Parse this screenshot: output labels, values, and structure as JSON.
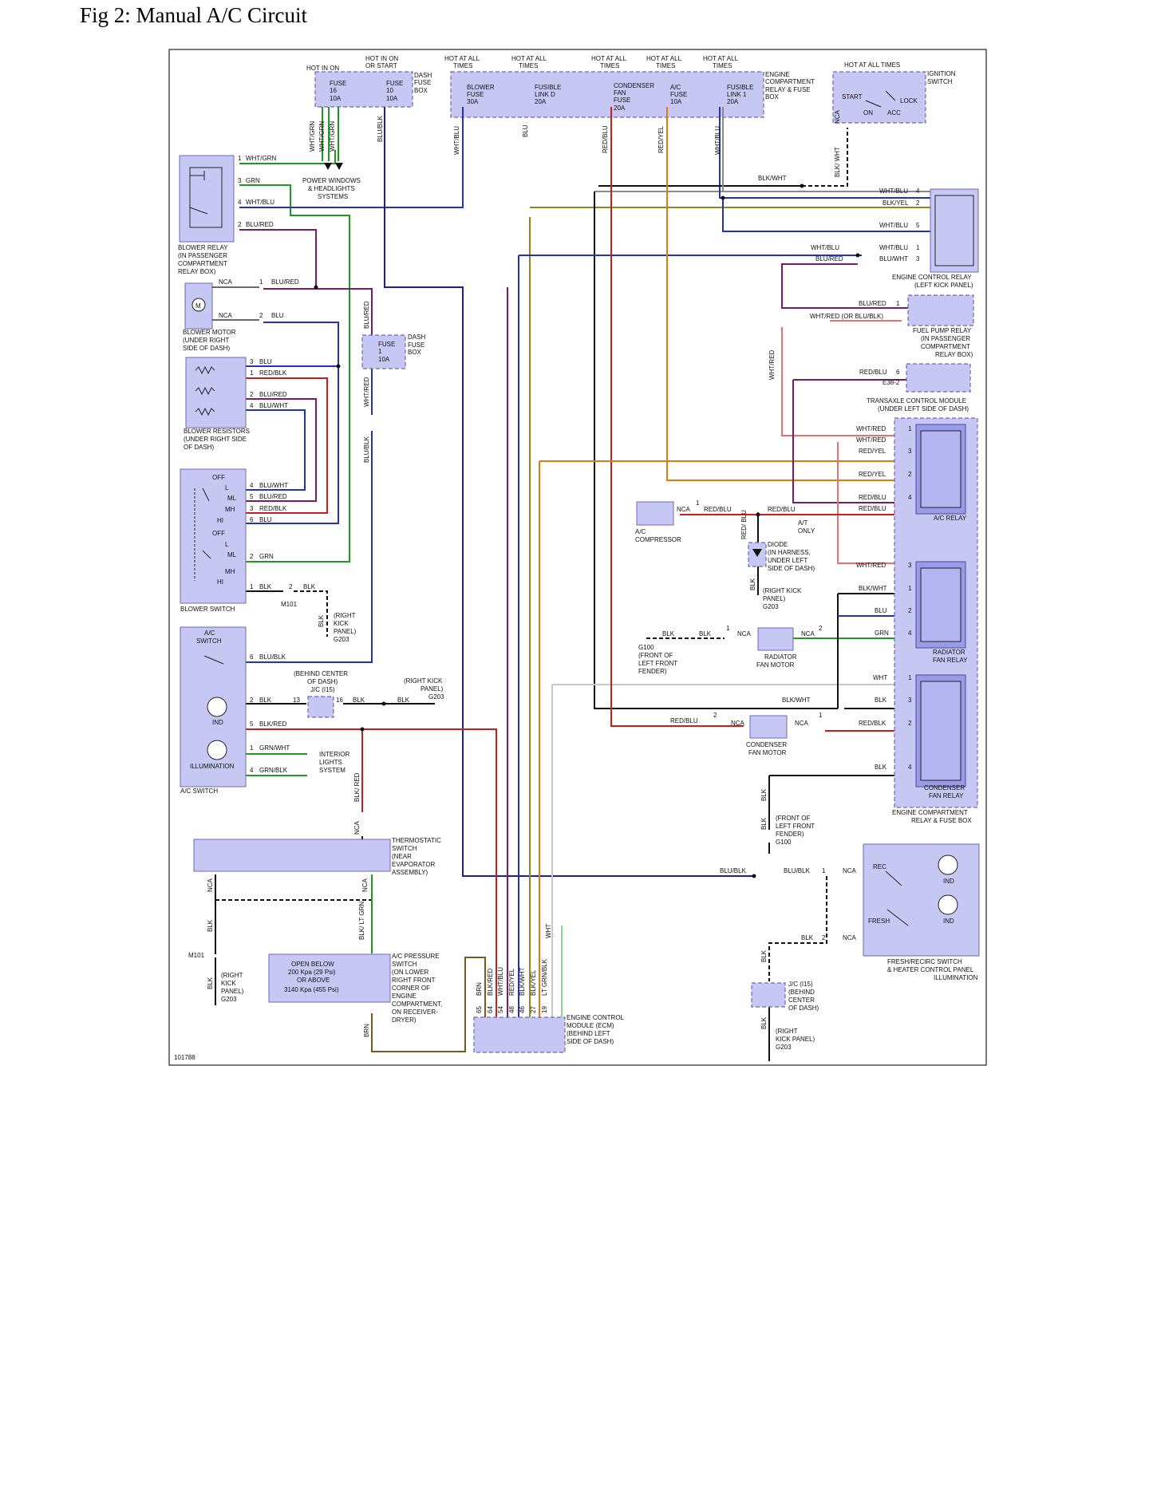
{
  "title": "Fig 2: Manual A/C Circuit",
  "figure_number": "101788",
  "power": {
    "hot_in_on": "HOT IN ON",
    "hot_on_start": [
      "HOT IN ON",
      "OR START"
    ],
    "hot_all_times": [
      "HOT AT ALL",
      "TIMES"
    ],
    "hot_all_times_single": "HOT AT ALL TIMES",
    "dash_fuse_box": [
      "DASH",
      "FUSE",
      "BOX"
    ],
    "fuse16": [
      "FUSE",
      "16",
      "10A"
    ],
    "fuse10": [
      "FUSE",
      "10",
      "10A"
    ],
    "blower_fuse": [
      "BLOWER",
      "FUSE",
      "30A"
    ],
    "fusible_link_d": [
      "FUSIBLE",
      "LINK D",
      "20A"
    ],
    "condenser_fan_fuse": [
      "CONDENSER",
      "FAN",
      "FUSE",
      "20A"
    ],
    "ac_fuse": [
      "A/C",
      "FUSE",
      "10A"
    ],
    "fusible_link_1": [
      "FUSIBLE",
      "LINK 1",
      "20A"
    ],
    "engine_compartment_box": [
      "ENGINE",
      "COMPARTMENT",
      "RELAY & FUSE",
      "BOX"
    ],
    "ignition_switch": [
      "IGNITION",
      "SWITCH"
    ],
    "ign_positions": [
      "START",
      "ON",
      "ACC",
      "LOCK"
    ],
    "fuse1": [
      "FUSE",
      "1",
      "10A"
    ]
  },
  "components": {
    "blower_relay": [
      "BLOWER RELAY",
      "(IN PASSENGER",
      "COMPARTMENT",
      "RELAY BOX)"
    ],
    "blower_motor": [
      "BLOWER MOTOR",
      "(UNDER RIGHT",
      "SIDE OF DASH)"
    ],
    "blower_resistors": [
      "BLOWER RESISTORS",
      "(UNDER RIGHT SIDE",
      "OF DASH)"
    ],
    "blower_switch": "BLOWER SWITCH",
    "blower_positions": [
      "OFF",
      "L",
      "ML",
      "MH",
      "HI",
      "OFF",
      "L",
      "ML",
      "MH",
      "HI"
    ],
    "ac_switch_top": [
      "A/C",
      "SWITCH"
    ],
    "ac_switch": "A/C SWITCH",
    "ind": "IND",
    "illumination": "ILLUMINATION",
    "power_windows": [
      "POWER WINDOWS",
      "& HEADLIGHTS",
      "SYSTEMS"
    ],
    "interior_lights": [
      "INTERIOR",
      "LIGHTS",
      "SYSTEM"
    ],
    "jc_behind": [
      "(BEHIND CENTER",
      "OF DASH)",
      "J/C (I15)"
    ],
    "right_kick": [
      "(RIGHT KICK",
      "PANEL)",
      "G203"
    ],
    "right_kick_v": [
      "(RIGHT",
      "KICK",
      "PANEL)",
      "G203"
    ],
    "thermostatic": [
      "THERMOSTATIC",
      "SWITCH",
      "(NEAR",
      "EVAPORATOR",
      "ASSEMBLY)"
    ],
    "pressure_switch": [
      "A/C PRESSURE",
      "SWITCH",
      "(ON LOWER",
      "RIGHT FRONT",
      "CORNER OF",
      "ENGINE",
      "COMPARTMENT,",
      "ON RECEIVER-",
      "DRYER)"
    ],
    "pressure_values": [
      "OPEN BELOW",
      "200 Kpa (29 Psi)",
      "OR ABOVE",
      "3140 Kpa (455 Psi)"
    ],
    "ecm": [
      "ENGINE CONTROL",
      "MODULE (ECM)",
      "(BEHIND LEFT",
      "SIDE OF DASH)"
    ],
    "ecm_pins": [
      "65",
      "64",
      "54",
      "48",
      "46",
      "27",
      "19"
    ],
    "ecm_wires": [
      "BRN",
      "BLK/RED",
      "WHT/BLU",
      "RED/YEL",
      "BLK/WHT",
      "BLK/YEL",
      "LT GRN/BLK"
    ],
    "engine_control_relay": [
      "ENGINE CONTROL RELAY",
      "(LEFT KICK PANEL)"
    ],
    "fuel_pump_relay": [
      "FUEL PUMP RELAY",
      "(IN PASSENGER",
      "COMPARTMENT",
      "RELAY BOX)"
    ],
    "transaxle": [
      "TRANSAXLE CONTROL MODULE",
      "(UNDER LEFT SIDE OF DASH)"
    ],
    "ac_relay": "A/C RELAY",
    "compressor": [
      "A/C",
      "COMPRESSOR"
    ],
    "at_only": [
      "A/T",
      "ONLY"
    ],
    "diode": [
      "DIODE",
      "(IN HARNESS,",
      "UNDER LEFT",
      "SIDE OF DASH)"
    ],
    "rk_panel_g203": [
      "(RIGHT KICK",
      "PANEL)",
      "G203"
    ],
    "g100": [
      "G100",
      "(FRONT OF",
      "LEFT FRONT",
      "FENDER)"
    ],
    "radiator_fan_motor": [
      "RADIATOR",
      "FAN MOTOR"
    ],
    "radiator_fan_relay": [
      "RADIATOR",
      "FAN RELAY"
    ],
    "condenser_fan_motor": [
      "CONDENSER",
      "FAN MOTOR"
    ],
    "condenser_fan_relay": [
      "CONDENSER",
      "FAN RELAY"
    ],
    "ecrfb": [
      "ENGINE COMPARTMENT",
      "RELAY & FUSE BOX"
    ],
    "front_left_fender": [
      "(FRONT OF",
      "LEFT FRONT",
      "FENDER)",
      "G100"
    ],
    "fresh_recirc": [
      "FRESH/RECIRC SWITCH",
      "& HEATER CONTROL PANEL",
      "ILLUMINATION"
    ],
    "fresh_recirc_labels": [
      "REC",
      "FRESH",
      "IND",
      "IND"
    ],
    "jc_center": [
      "J/C (I15)",
      "(BEHIND",
      "CENTER",
      "OF DASH)"
    ],
    "rk_bottom": [
      "(RIGHT",
      "KICK PANEL)",
      "G203"
    ],
    "m101": "M101",
    "e38": "E38-2"
  },
  "wires": {
    "wht_grn": "WHT/GRN",
    "grn": "GRN",
    "wht_blu": "WHT/BLU",
    "blu_red": "BLU/RED",
    "blu": "BLU",
    "red_blk": "RED/BLK",
    "blu_wht": "BLU/WHT",
    "blk": "BLK",
    "blu_blk": "BLU/BLK",
    "blk_red": "BLK/RED",
    "grn_wht": "GRN/WHT",
    "grn_blk": "GRN/BLK",
    "nca": "NCA",
    "blk_wht": "BLK/WHT",
    "blk_yel": "BLK/YEL",
    "red_yel": "RED/YEL",
    "red_blu": "RED/BLU",
    "wht_red": "WHT/RED",
    "wht": "WHT",
    "wht_red_or": "WHT/RED (OR BLU/BLK)",
    "blk_lt_grn": "BLK/ LT GRN",
    "brn": "BRN",
    "blk_red2": "BLK/ RED",
    "blk_wht_v": "BLK/ WHT",
    "red_blu_v": "RED/ BLU"
  }
}
